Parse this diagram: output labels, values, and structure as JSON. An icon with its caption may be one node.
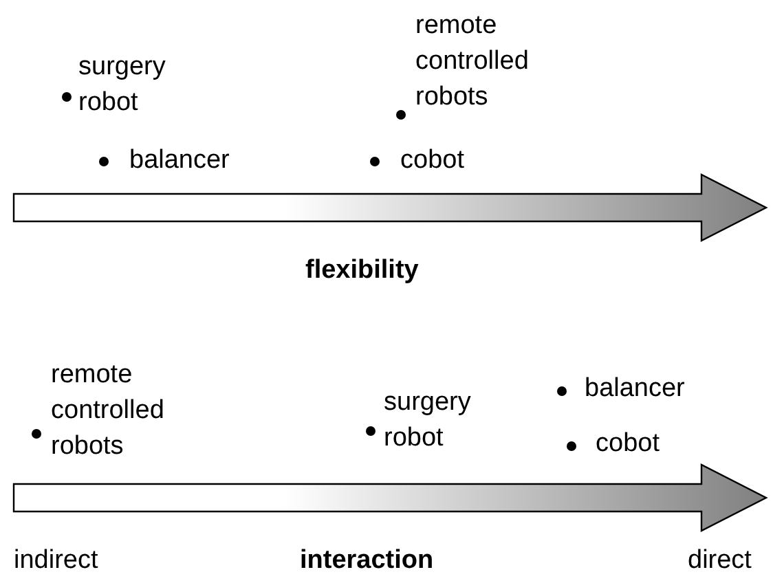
{
  "diagram": {
    "labels": [
      "surgery robot",
      "balancer",
      "remote controlled robots",
      "cobot",
      "flexibility",
      "remote controlled robots",
      "surgery robot",
      "balancer",
      "cobot",
      "indirect",
      "interaction",
      "direct"
    ]
  }
}
